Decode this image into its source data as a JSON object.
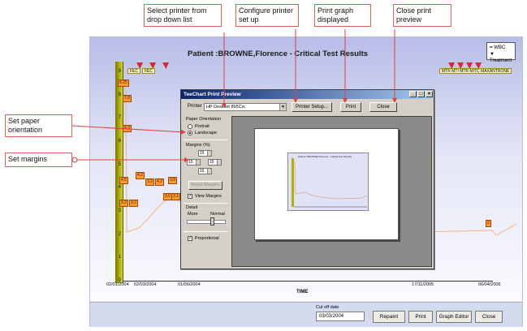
{
  "app": {
    "chart_title": "Patient :BROWNE,Florence - Critical Test Results",
    "legend": [
      "WBC",
      "Treatment"
    ],
    "y_ticks": [
      "9",
      "8",
      "7",
      "6",
      "5",
      "4",
      "3",
      "2",
      "1",
      "0"
    ],
    "x_ticks": [
      "02/01/2004",
      "02/03/2004",
      "01/06/2004",
      "17/11/2005",
      "06/04/2006"
    ],
    "x_axis_title": "TIME",
    "event_labels_left": [
      "FEC",
      "FEC"
    ],
    "event_label_right": "MTR MTI MTR MITC MAXANTRONE",
    "value_marks": [
      "8.25",
      "7.8",
      "6.3",
      "4.5",
      "4.2",
      "3.3",
      "4.2",
      "3.8",
      "3.6",
      "3.2",
      "3.2",
      "3.1",
      "2"
    ],
    "colors": {
      "accent": "#ff9933",
      "wall": "#b0b000",
      "callout_border": "#e06060"
    }
  },
  "bottom_bar": {
    "cutoff_label": "Cut off date",
    "cutoff_value": "03/03/2004",
    "repaint": "Repaint",
    "print": "Print",
    "graph_editor": "Graph Editor",
    "close": "Close"
  },
  "dialog": {
    "title": "TeeChart Print Preview",
    "printer_label": "Printer",
    "printer_value": "HP DeskJet 895Cxi",
    "printer_setup": "Printer Setup...",
    "print": "Print",
    "close": "Close",
    "orientation_label": "Paper Orientation",
    "portrait": "Portrait",
    "landscape": "Landscape",
    "margins_label": "Margins (%)",
    "margin_top": "15",
    "margin_left": "15",
    "margin_right": "15",
    "margin_bottom": "15",
    "reset_margins": "Reset Margins",
    "view_margins": "View Margins",
    "detail_label": "Detail",
    "detail_more": "More",
    "detail_normal": "Normal",
    "proportional": "Proportional",
    "mini_title": "Patient: BROWNE,Florence - Critical Test Results"
  },
  "callouts": {
    "select_printer": "Select printer from drop down list",
    "configure_printer": "Configure printer set up",
    "print_graph": "Print graph displayed",
    "close_preview": "Close print preview",
    "paper_orientation": "Set paper orientation",
    "set_margins": "Set margins"
  }
}
